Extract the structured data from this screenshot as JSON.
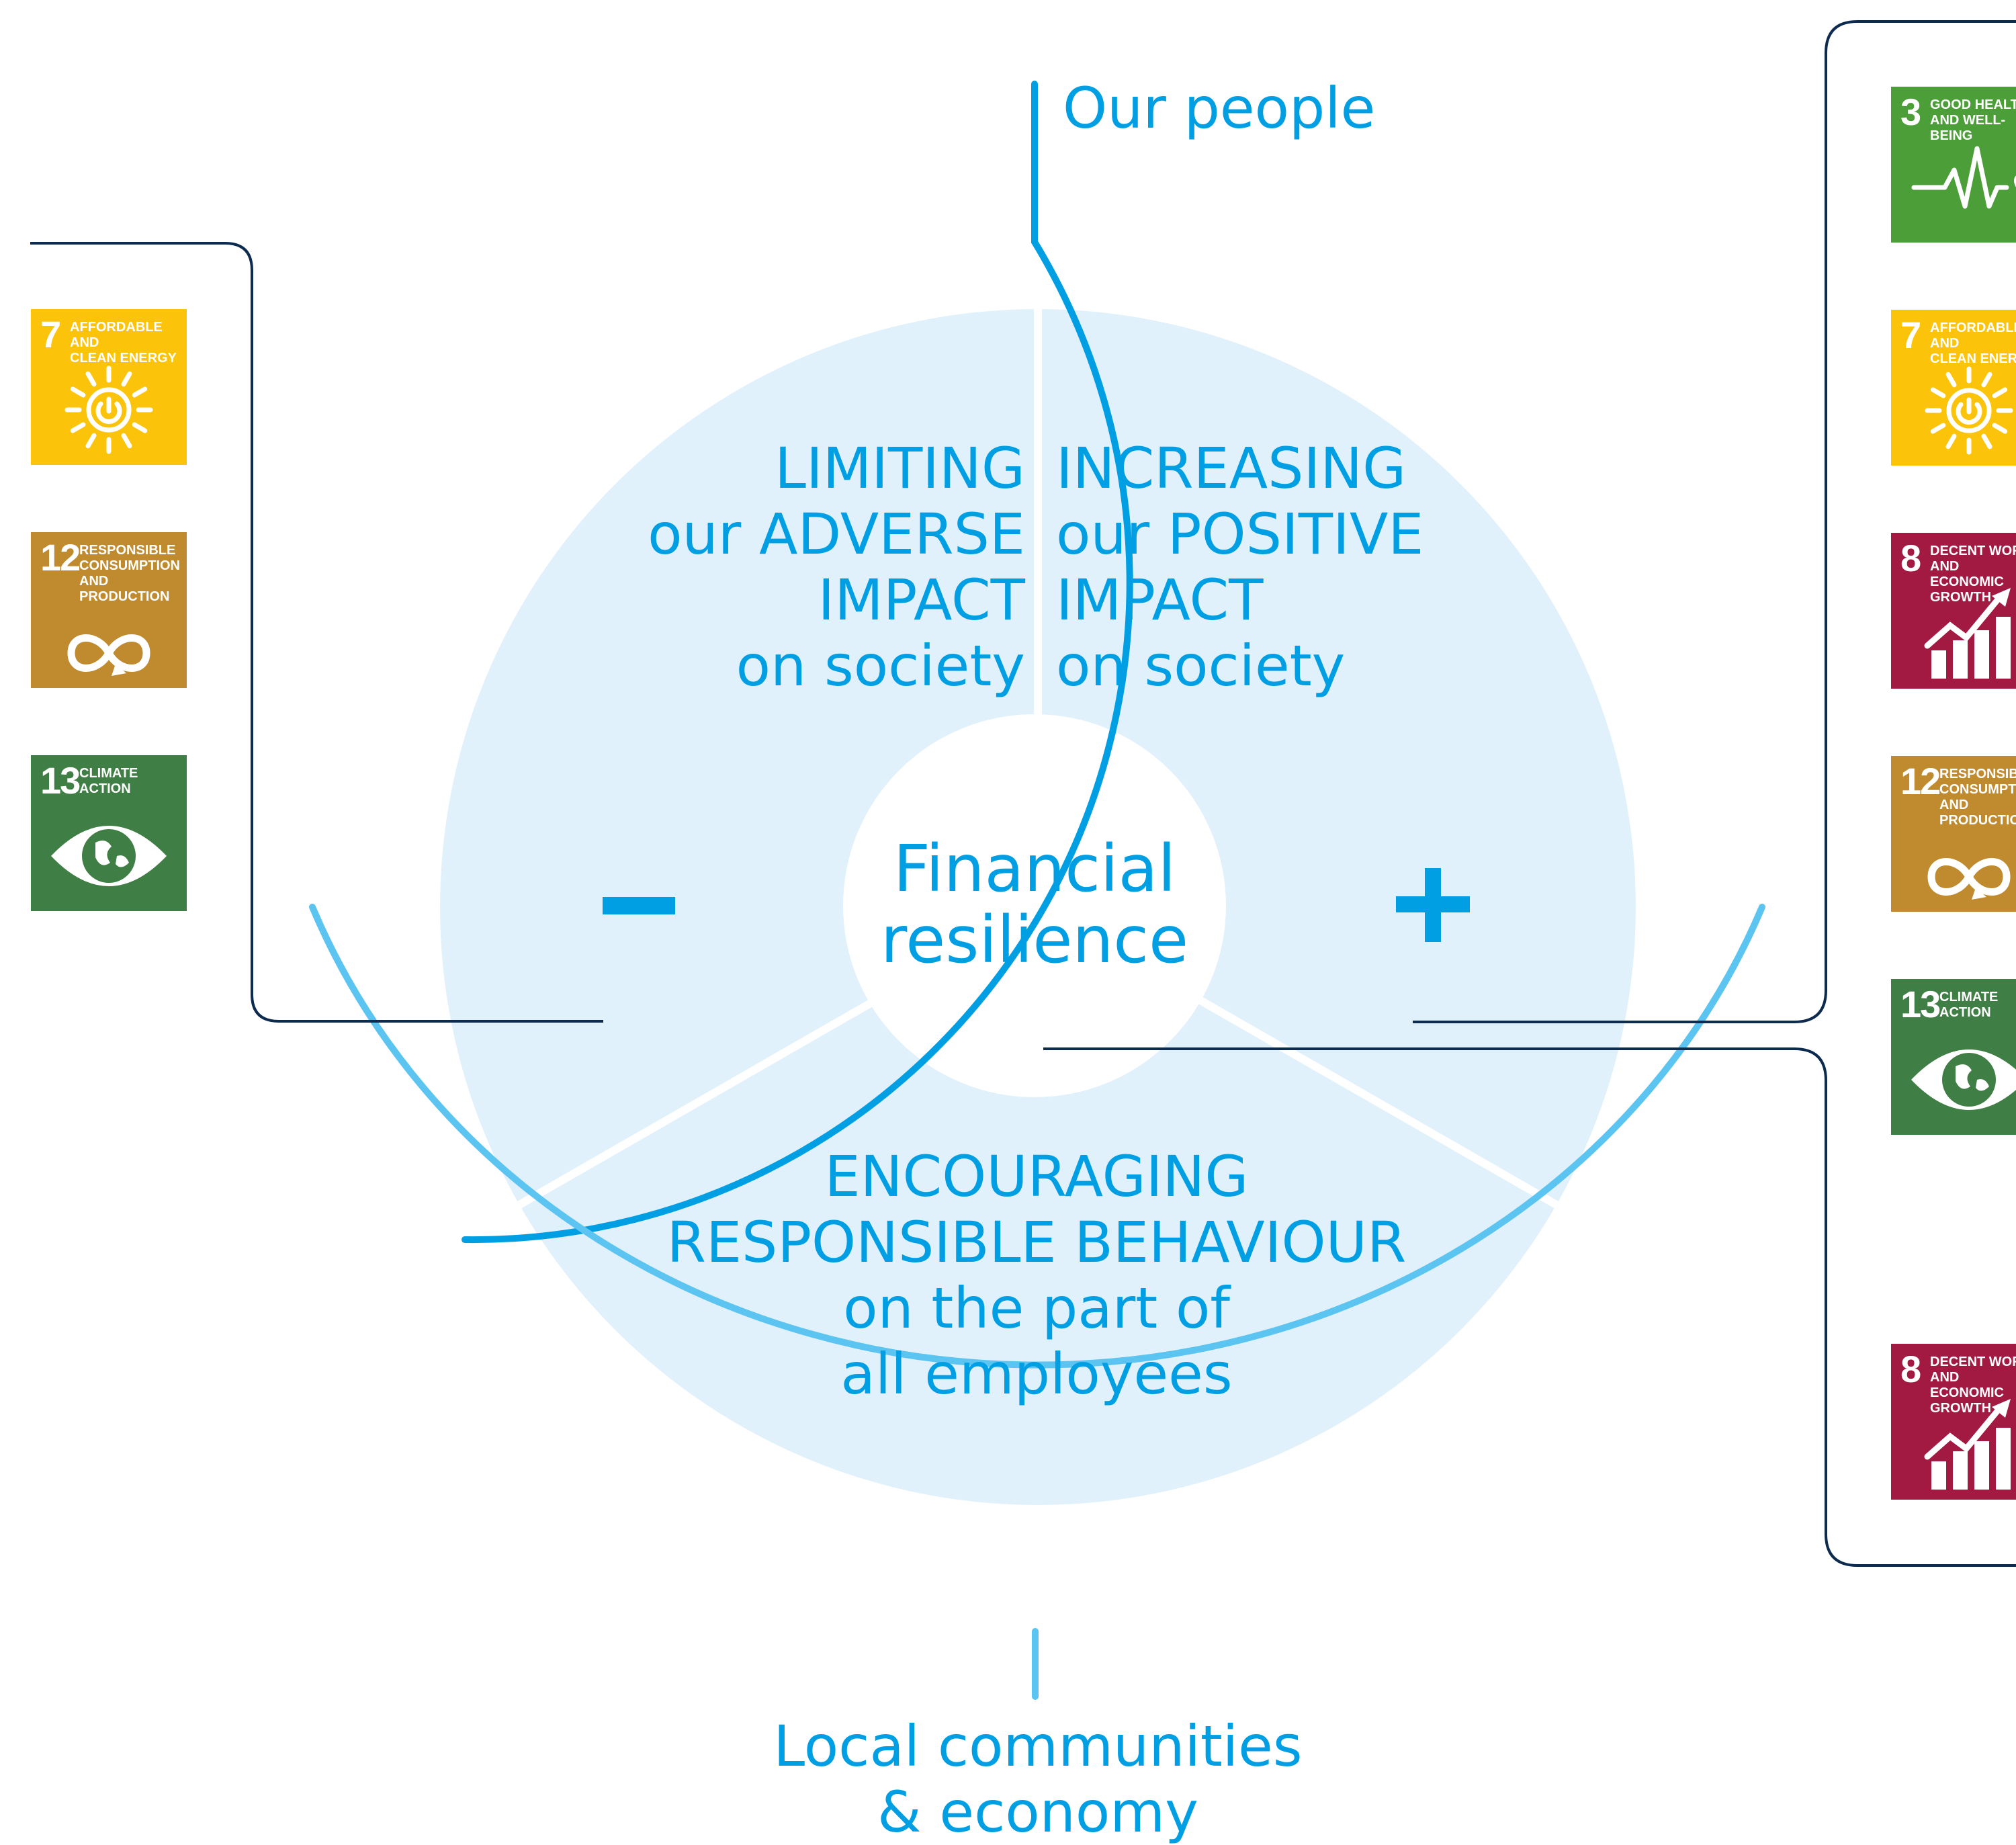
{
  "stakeholders": {
    "top": "Our people",
    "bottom_line1": "Local communities",
    "bottom_line2": "& economy"
  },
  "segments": {
    "left": [
      "LIMITING",
      "our ADVERSE",
      "IMPACT",
      "on society"
    ],
    "right": [
      "INCREASING",
      "our POSITIVE",
      "IMPACT",
      "on society"
    ],
    "bottom": [
      "ENCOURAGING",
      "RESPONSIBLE BEHAVIOUR",
      "on the part of",
      "all employees"
    ]
  },
  "center": {
    "line1": "Financial",
    "line2": "resilience"
  },
  "signs": {
    "minus": "−",
    "plus": "+"
  },
  "left_goals": [
    {
      "number": "7",
      "title": "AFFORDABLE AND\nCLEAN ENERGY",
      "color": "#FCC30B",
      "icon": "sun-power-icon"
    },
    {
      "number": "12",
      "title": "RESPONSIBLE\nCONSUMPTION\nAND PRODUCTION",
      "color": "#BF8B2E",
      "icon": "infinity-icon"
    },
    {
      "number": "13",
      "title": "CLIMATE\nACTION",
      "color": "#3F7E44",
      "icon": "earth-eye-icon"
    }
  ],
  "right_goals_top": [
    {
      "number": "3",
      "title": "GOOD HEALTH\nAND WELL-BEING",
      "color": "#4C9F38",
      "icon": "heartbeat-icon"
    },
    {
      "number": "7",
      "title": "AFFORDABLE AND\nCLEAN ENERGY",
      "color": "#FCC30B",
      "icon": "sun-power-icon"
    },
    {
      "number": "8",
      "title": "DECENT WORK AND\nECONOMIC GROWTH",
      "color": "#A21942",
      "icon": "growth-chart-icon"
    },
    {
      "number": "12",
      "title": "RESPONSIBLE\nCONSUMPTION\nAND PRODUCTION",
      "color": "#BF8B2E",
      "icon": "infinity-icon"
    },
    {
      "number": "13",
      "title": "CLIMATE\nACTION",
      "color": "#3F7E44",
      "icon": "earth-eye-icon"
    }
  ],
  "right_goals_bottom": [
    {
      "number": "8",
      "title": "DECENT WORK AND\nECONOMIC GROWTH",
      "color": "#A21942",
      "icon": "growth-chart-icon"
    }
  ],
  "colors": {
    "accent": "#009fe3",
    "accent_light": "#5bc4f1",
    "circle_fill": "#e1f1fc",
    "connector": "#0d2a4f"
  }
}
